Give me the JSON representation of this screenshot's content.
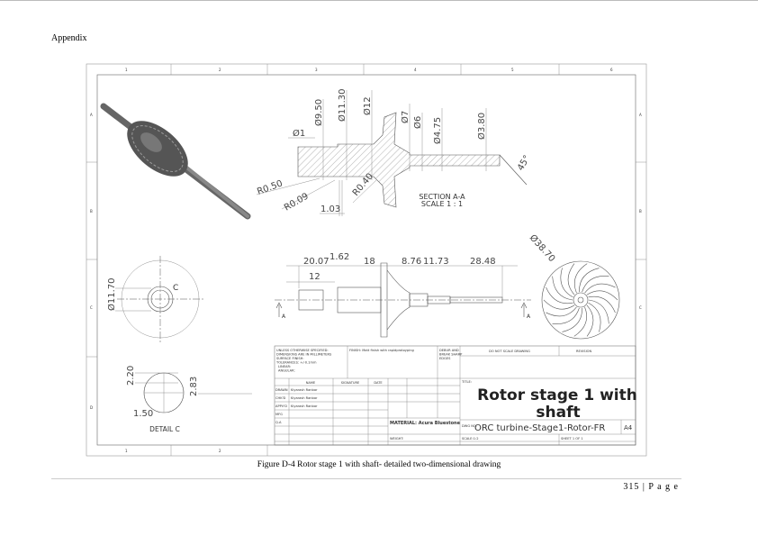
{
  "header": {
    "section": "Appendix"
  },
  "drawing": {
    "zone_columns": [
      "1",
      "2",
      "3",
      "4",
      "5",
      "6"
    ],
    "zone_rows": [
      "A",
      "B",
      "C",
      "D"
    ],
    "section_view": {
      "title": "SECTION A-A",
      "scale": "SCALE 1 : 1",
      "dims": {
        "d1": "Ø1",
        "d950": "Ø9.50",
        "d1130": "Ø11.30",
        "d12": "Ø12",
        "d7": "Ø7",
        "d6": "Ø6",
        "d475": "Ø4.75",
        "d380": "Ø3.80",
        "r050": "R0.50",
        "r009": "R0.09",
        "r040": "R0.40",
        "l103": "1.03",
        "a45": "45°"
      }
    },
    "side_view": {
      "dims": {
        "l2007": "20.07",
        "l162": "1.62",
        "l18": "18",
        "l876": "8.76",
        "l1173": "11.73",
        "l2848": "28.48",
        "l12": "12",
        "d3870": "Ø38.70"
      },
      "section_marker": "A"
    },
    "end_view": {
      "dim": "Ø11.70",
      "detail_marker": "C"
    },
    "detail_view": {
      "title": "DETAIL C",
      "dims": {
        "h220": "2.20",
        "h283": "2.83",
        "w150": "1.50"
      }
    },
    "title_block": {
      "general_notes": [
        "UNLESS OTHERWISE SPECIFIED:",
        "DIMENSIONS ARE IN MILLIMETERS",
        "SURFACE FINISH:",
        "TOLERANCES: +/-0.1mm",
        "LINEAR:",
        "ANGULAR:"
      ],
      "finish": "FINISH: Matt finish with rapidprotoyping",
      "deburr": [
        "DEBUR AND",
        "BREAK SHARP",
        "EDGES"
      ],
      "do_not_scale": "DO NOT SCALE DRAWING",
      "revision": "REVISION",
      "col_headers": [
        "NAME",
        "SIGNATURE",
        "DATE"
      ],
      "rows": [
        {
          "role": "DRAWN",
          "name": "Kiyarash Ranbar"
        },
        {
          "role": "CHK'D",
          "name": "Kiyarash Ranbar"
        },
        {
          "role": "APPV'D",
          "name": "Kiyarash Ranbar"
        },
        {
          "role": "MFG",
          "name": ""
        },
        {
          "role": "Q.A",
          "name": ""
        }
      ],
      "title_label": "TITLE:",
      "title_line1": "Rotor stage 1 with",
      "title_line2": "shaft",
      "material": "MATERIAL: Acura Bluestone",
      "dwg_label": "DWG NO.",
      "dwg_no": "ORC turbine-Stage1-Rotor-FR",
      "size": "A4",
      "weight": "WEIGHT:",
      "scale": "SCALE:1:2",
      "sheet": "SHEET 1 OF 1"
    }
  },
  "caption": "Figure D-4 Rotor stage 1 with shaft- detailed two-dimensional drawing",
  "footer": {
    "page": "315 | P a g e"
  }
}
